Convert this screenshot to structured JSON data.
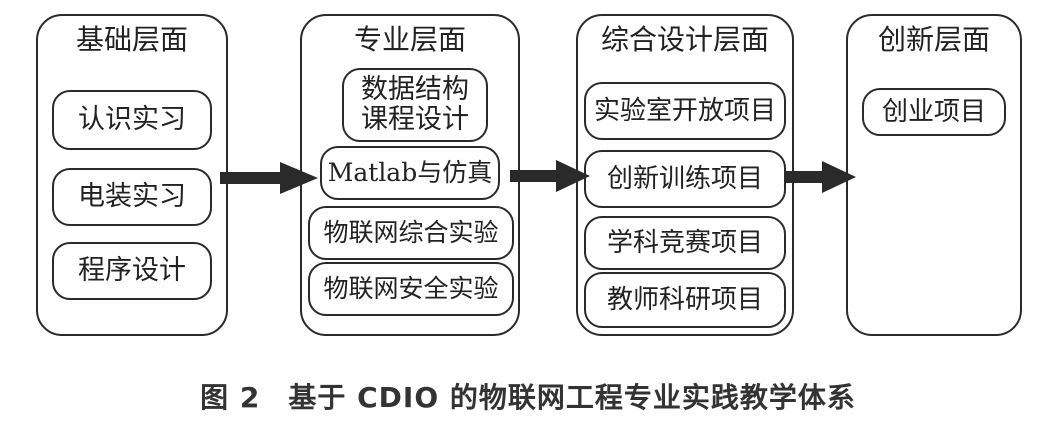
{
  "columns": {
    "foundation": {
      "title": "基础层面",
      "items": [
        "认识实习",
        "电装实习",
        "程序设计"
      ]
    },
    "professional": {
      "title": "专业层面",
      "items": [
        "数据结构课程设计",
        "Matlab与仿真",
        "物联网综合实验",
        "物联网安全实验"
      ],
      "item0_lines": [
        "数据结构",
        "课程设计"
      ]
    },
    "comprehensive": {
      "title": "综合设计层面",
      "items": [
        "实验室开放项目",
        "创新训练项目",
        "学科竞赛项目",
        "教师科研项目"
      ]
    },
    "innovation": {
      "title": "创新层面",
      "items": [
        "创业项目"
      ]
    }
  },
  "caption": {
    "figure_number": "图 2",
    "text": "基于 CDIO 的物联网工程专业实践教学体系"
  },
  "colors": {
    "line": "#2a2a2a",
    "text": "#222222"
  }
}
